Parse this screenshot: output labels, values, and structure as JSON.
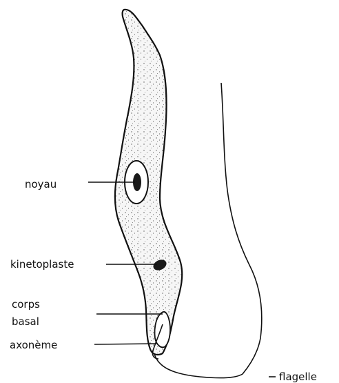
{
  "labels": {
    "nucleus": "noyau",
    "kinetoplast": "kinetoplaste",
    "basal_body_line1": "corps",
    "basal_body_line2": "basal",
    "axoneme": "axonème",
    "flagellum": "flagelle"
  },
  "colors": {
    "ink": "#111111",
    "cell_fill": "#f4f4f4"
  }
}
